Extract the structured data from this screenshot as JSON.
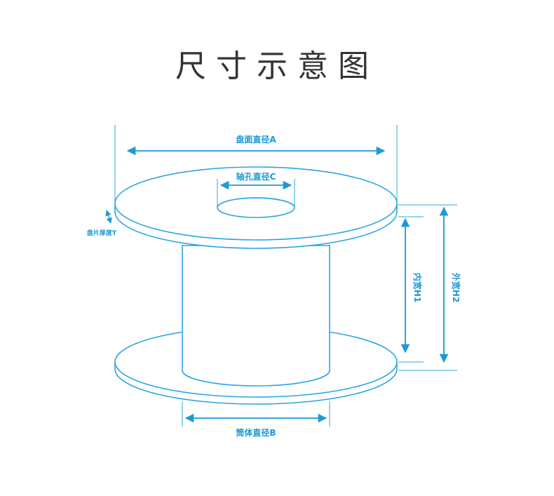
{
  "title": "尺寸示意图",
  "colors": {
    "line": "#29a6e0",
    "arrow": "#1a9ad6",
    "text_title": "#333333",
    "spool_fill": "#ffffff"
  },
  "labels": {
    "flange_diameter": "盘面直径A",
    "bore_diameter": "轴孔直径C",
    "flange_thickness": "盘片厚度T",
    "inner_width": "内宽H1",
    "outer_width": "外宽H2",
    "barrel_diameter": "筒体直径B"
  }
}
